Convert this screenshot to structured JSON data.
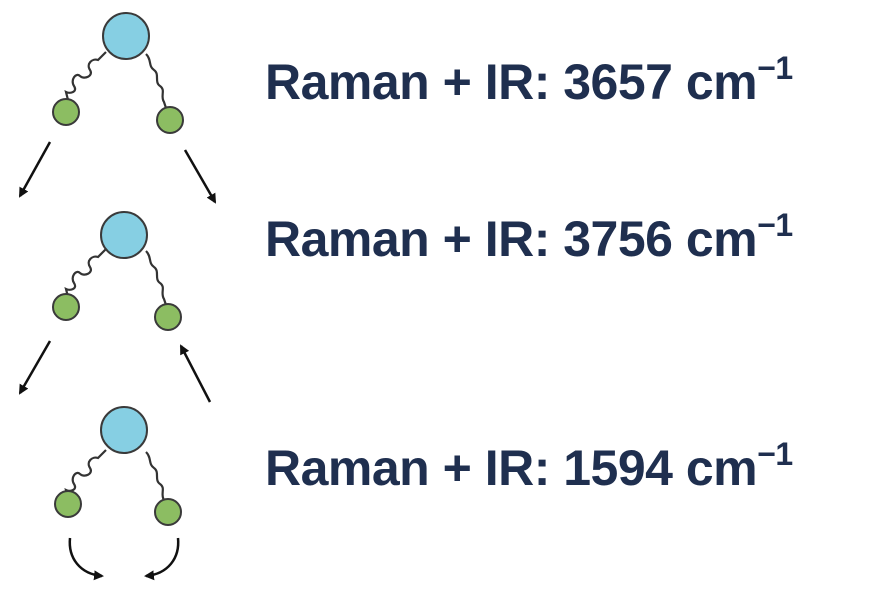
{
  "colors": {
    "central_atom": "#86cfe3",
    "outer_atom": "#8cbd62",
    "label_text": "#1f2f4f",
    "arrow": "#111111"
  },
  "icons": [
    "central-atom-icon",
    "outer-atom-icon",
    "spring-bond-icon",
    "motion-arrow-icon"
  ],
  "modes": [
    {
      "label": "Raman + IR: 3657 cm",
      "unit_exponent": "−1",
      "motion": "symmetric-stretch"
    },
    {
      "label": "Raman + IR: 3756 cm",
      "unit_exponent": "−1",
      "motion": "asymmetric-stretch"
    },
    {
      "label": "Raman + IR: 1594 cm",
      "unit_exponent": "−1",
      "motion": "bend"
    }
  ]
}
